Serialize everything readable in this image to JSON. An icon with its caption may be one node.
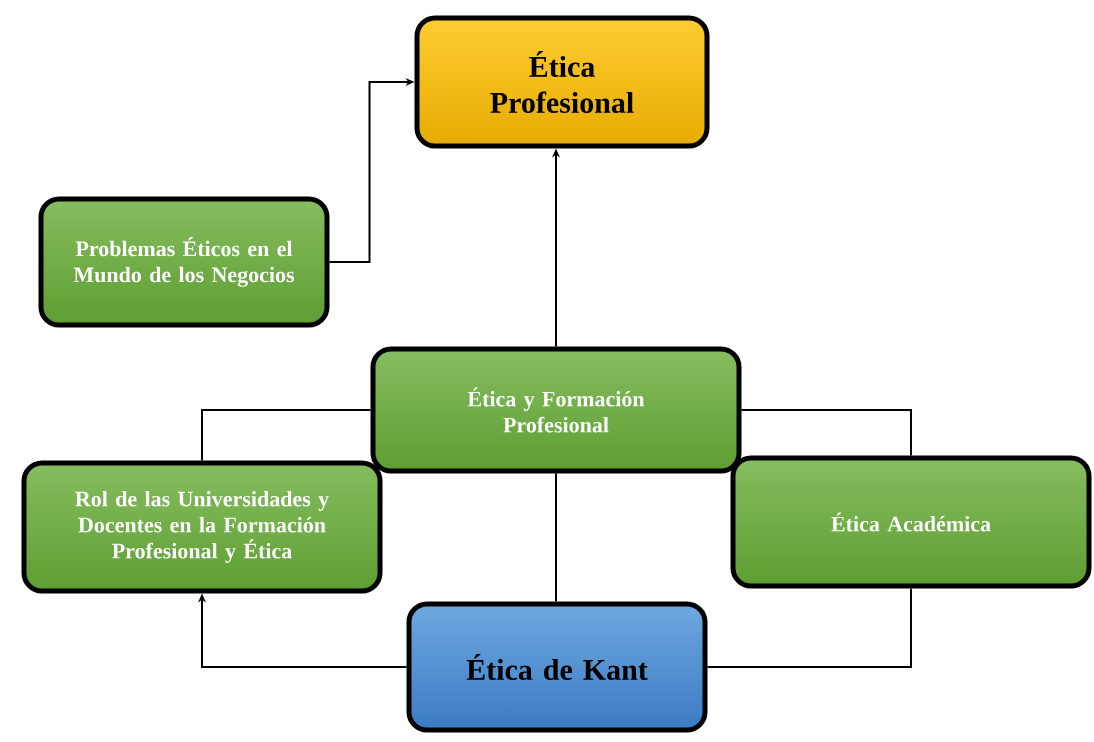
{
  "diagram": {
    "nodes": [
      {
        "text": [
          "Ética Profesional"
        ]
      },
      {
        "text": [
          "Problemas Éticos en el Mundo de los Negocios"
        ]
      },
      {
        "text": [
          "Ética y Formación Profesional"
        ]
      },
      {
        "text": [
          "Rol de las Universidades y Docentes en la Formación Profesional y Ética"
        ]
      },
      {
        "text": [
          "Ética Académica"
        ]
      },
      {
        "text": [
          "Ética de Kant"
        ]
      }
    ],
    "edges": [
      {
        "from": 1,
        "to": 0,
        "arrow": "to"
      },
      {
        "from": 2,
        "to": 0,
        "arrow": "to"
      },
      {
        "from": 2,
        "to": 3,
        "arrow": "none"
      },
      {
        "from": 2,
        "to": 4,
        "arrow": "none"
      },
      {
        "from": 2,
        "to": 5,
        "arrow": "none"
      },
      {
        "from": 5,
        "to": 3,
        "arrow": "to"
      },
      {
        "from": 5,
        "to": 4,
        "arrow": "none"
      }
    ]
  }
}
